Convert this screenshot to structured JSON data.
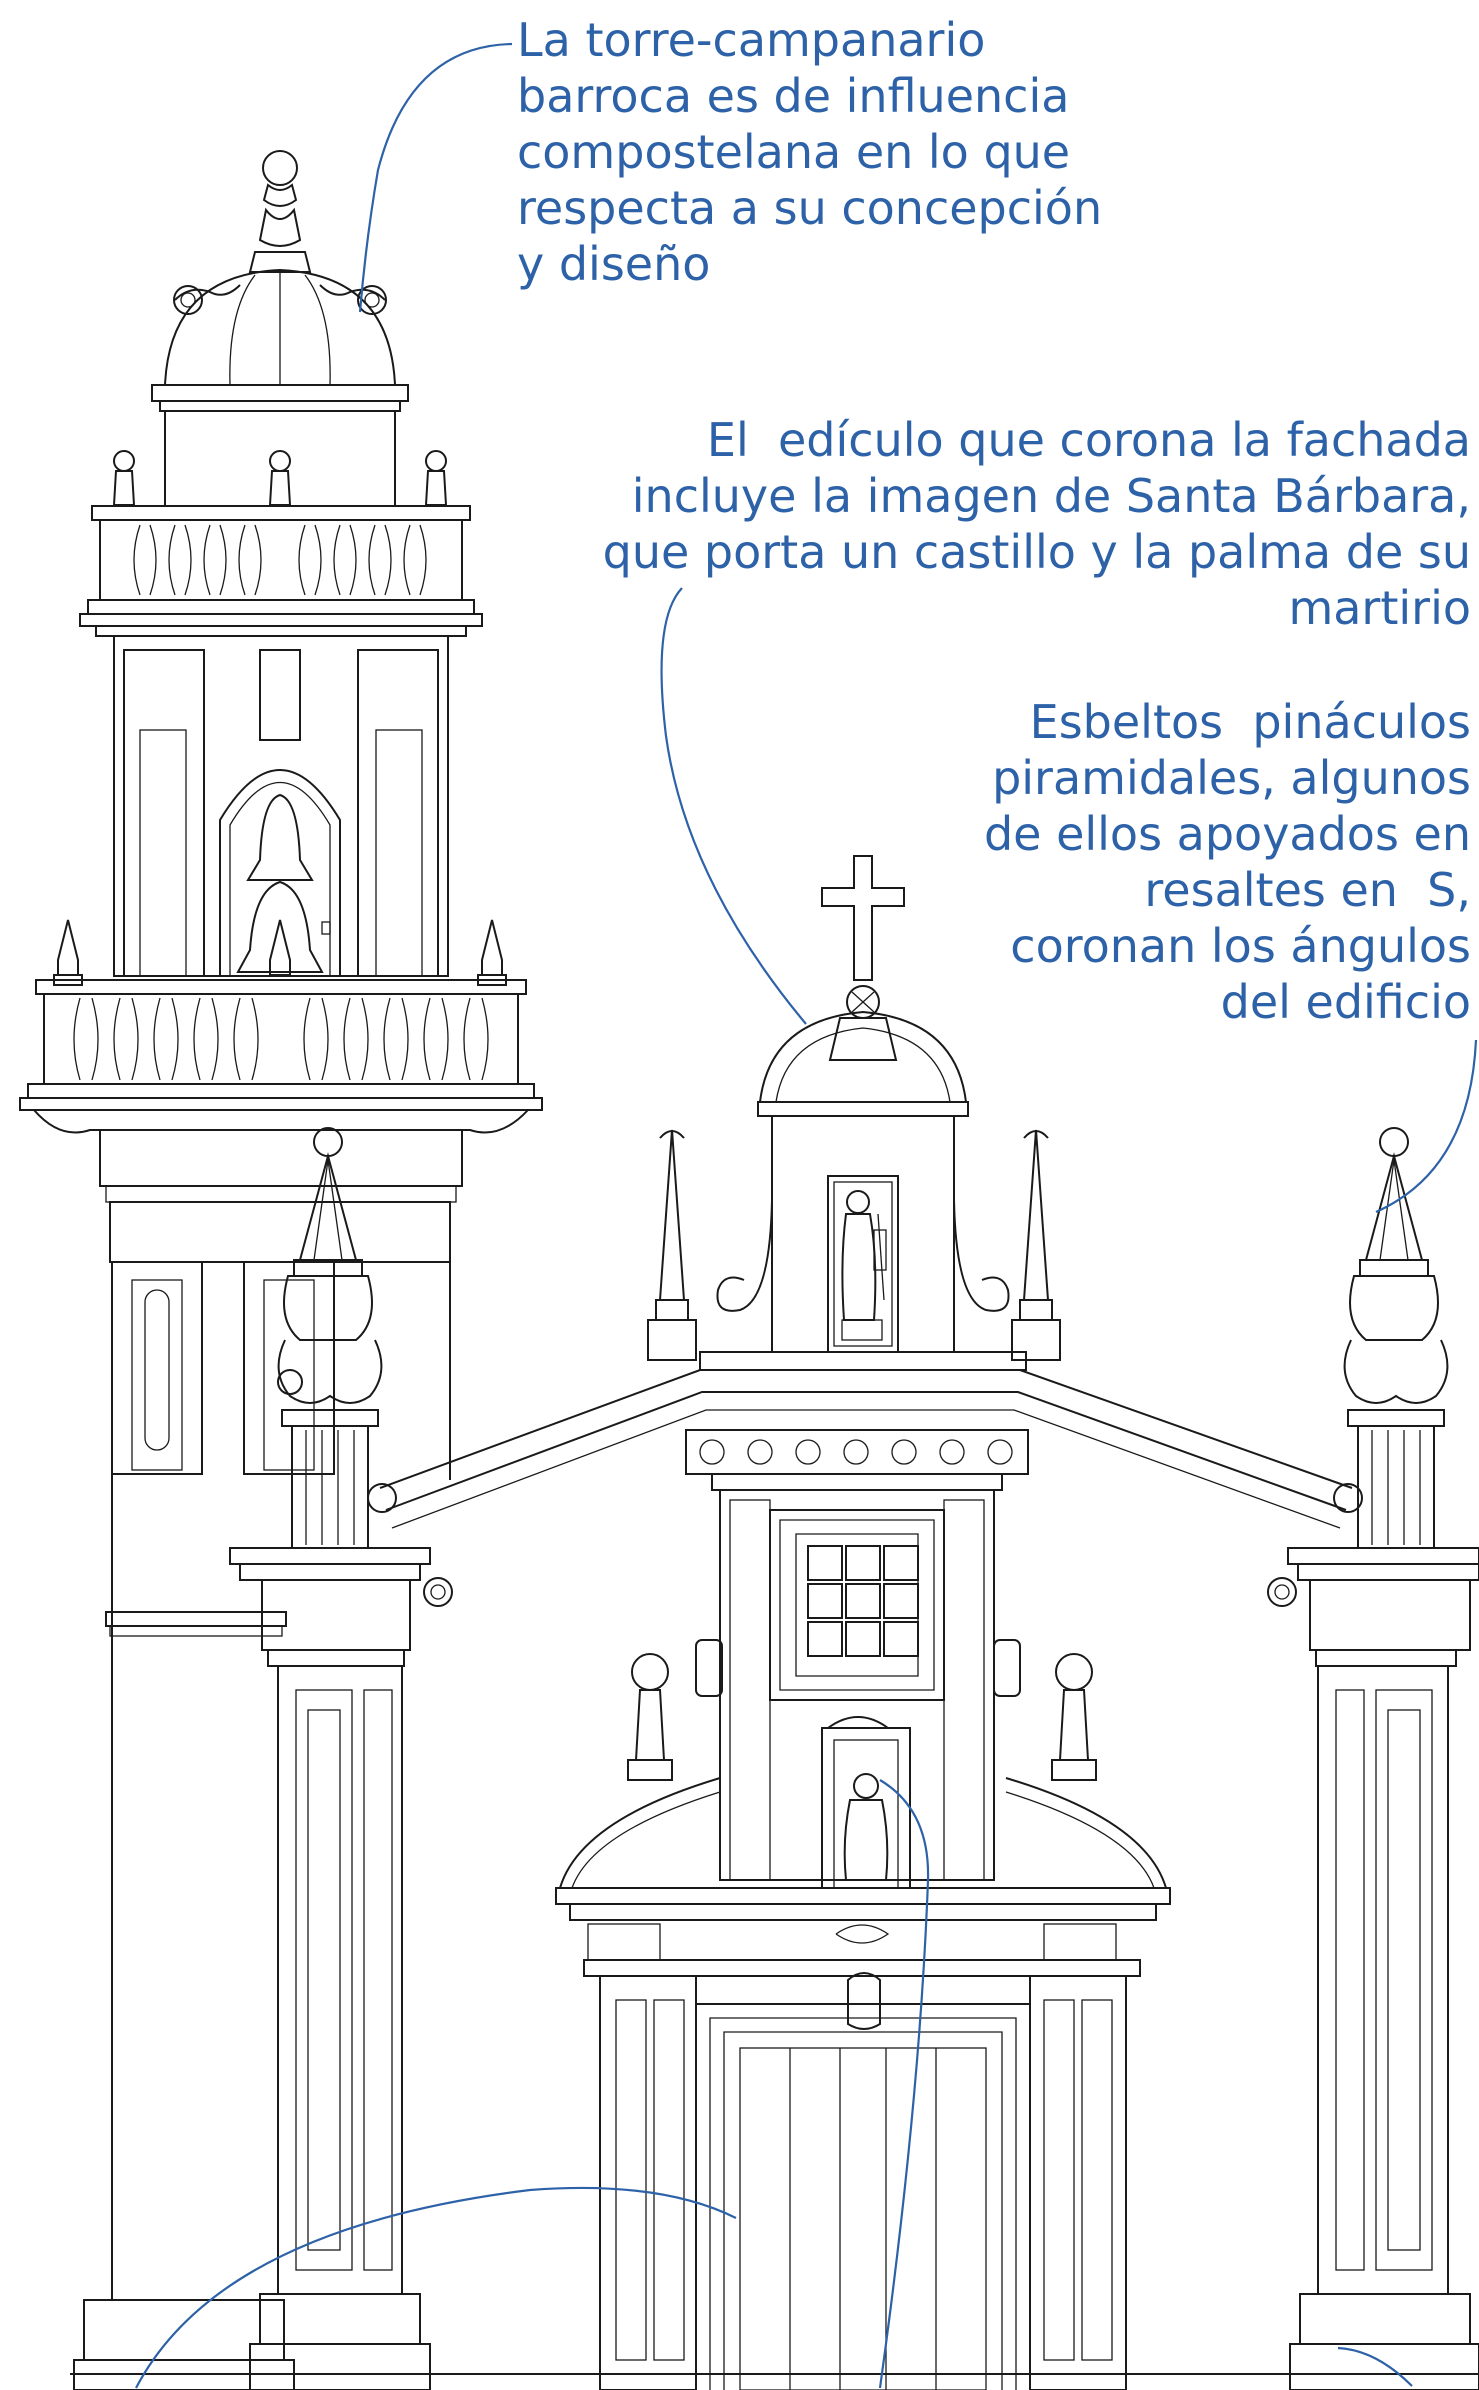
{
  "annotations": {
    "tower": {
      "lines": [
        "La torre-campanario",
        "barroca es de influencia",
        "compostelana en lo que",
        "respecta a su concepción",
        "y diseño"
      ]
    },
    "aedicule": {
      "lines": [
        "El  edículo que corona la fachada",
        "incluye la imagen de Santa Bárbara,",
        "que porta un castillo y la palma de su",
        "martirio"
      ]
    },
    "pinnacles": {
      "lines": [
        "Esbeltos  pináculos",
        "piramidales, algunos",
        "de ellos apoyados en",
        "resaltes en  S,",
        "coronan los ángulos",
        "del edificio"
      ]
    }
  },
  "colors": {
    "annotation_text": "#2d62a8",
    "leader_lines": "#2d62a8",
    "linework": "#1a1a1a",
    "background": "#ffffff"
  }
}
